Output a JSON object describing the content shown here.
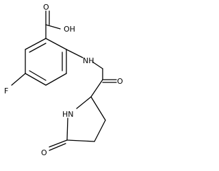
{
  "molecule": {
    "atoms": {
      "carboxyl_oxygen": "O",
      "hydroxyl": "OH",
      "fluorine": "F",
      "amide_nh": "NH",
      "amide_oxygen": "O",
      "ring_nh": "HN",
      "lactam_oxygen": "O"
    }
  }
}
